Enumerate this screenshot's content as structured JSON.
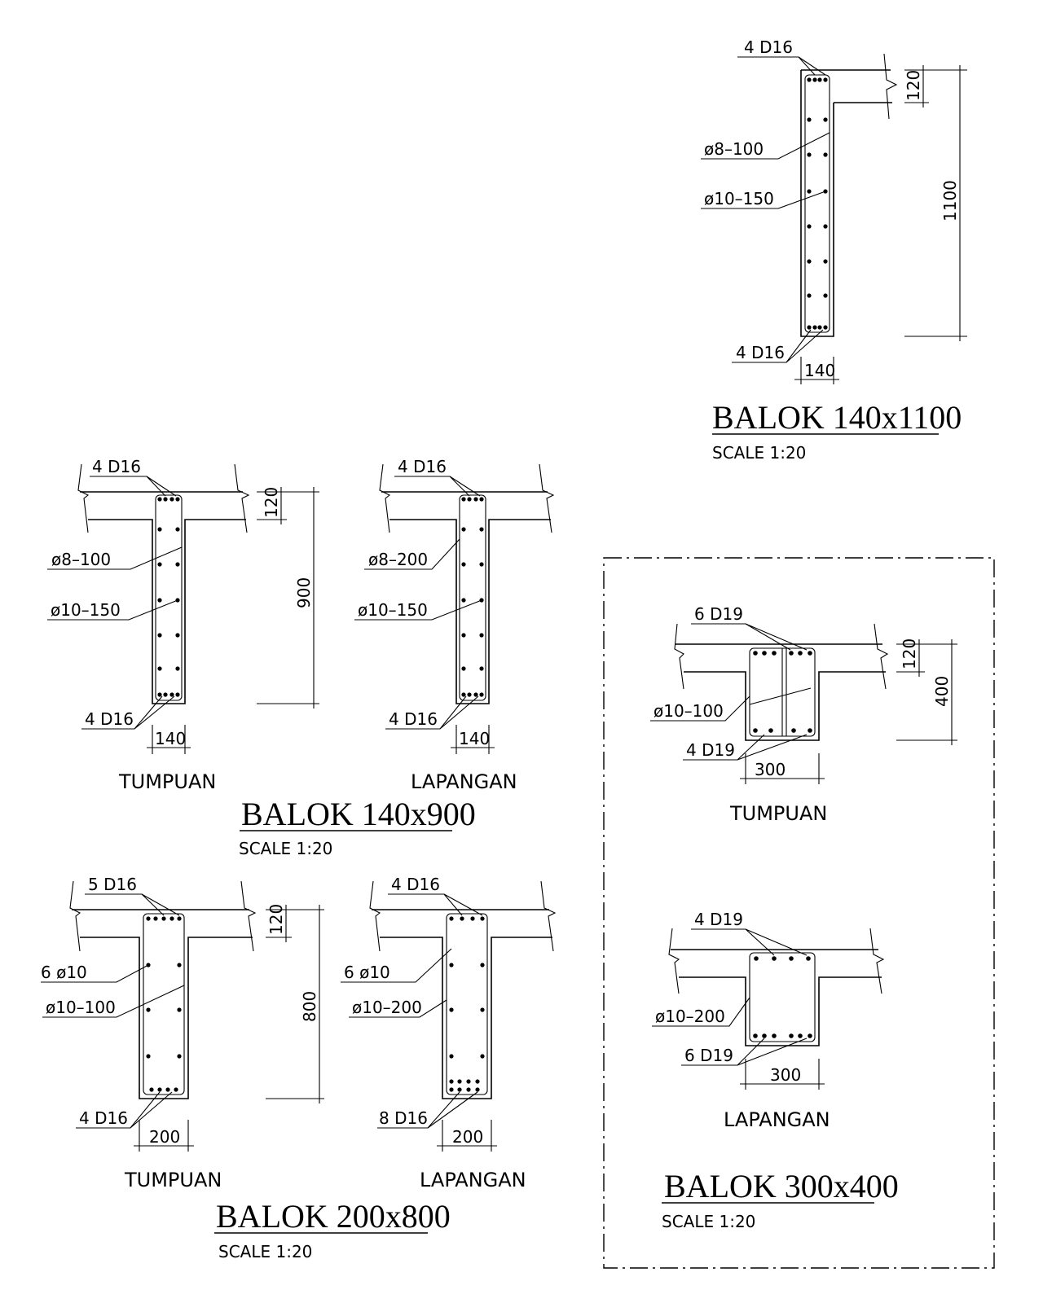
{
  "beam_140x1100": {
    "title": "BALOK 140x1100",
    "scale": "SCALE 1:20",
    "top_bars": "4 D16",
    "stirrup": "ø8–100",
    "side_bars": "ø10–150",
    "bottom_bars": "4 D16",
    "width": "140",
    "slab_thickness": "120",
    "height": "1100"
  },
  "beam_140x900": {
    "title": "BALOK 140x900",
    "scale": "SCALE 1:20",
    "slab_thickness": "120",
    "height": "900",
    "tumpuan": {
      "caption": "TUMPUAN",
      "top_bars": "4 D16",
      "stirrup": "ø8–100",
      "side_bars": "ø10–150",
      "bottom_bars": "4 D16",
      "width": "140"
    },
    "lapangan": {
      "caption": "LAPANGAN",
      "top_bars": "4 D16",
      "stirrup": "ø8–200",
      "side_bars": "ø10–150",
      "bottom_bars": "4 D16",
      "width": "140"
    }
  },
  "beam_200x800": {
    "title": "BALOK 200x800",
    "scale": "SCALE 1:20",
    "slab_thickness": "120",
    "height": "800",
    "tumpuan": {
      "caption": "TUMPUAN",
      "top_bars": "5 D16",
      "side_bars": "6 ø10",
      "stirrup": "ø10–100",
      "bottom_bars": "4 D16",
      "width": "200"
    },
    "lapangan": {
      "caption": "LAPANGAN",
      "top_bars": "4 D16",
      "side_bars": "6 ø10",
      "stirrup": "ø10–200",
      "bottom_bars": "8 D16",
      "width": "200"
    }
  },
  "beam_300x400": {
    "title": "BALOK 300x400",
    "scale": "SCALE 1:20",
    "slab_thickness": "120",
    "height": "400",
    "tumpuan": {
      "caption": "TUMPUAN",
      "top_bars": "6 D19",
      "stirrup": "ø10–100",
      "bottom_bars": "4 D19",
      "width": "300"
    },
    "lapangan": {
      "caption": "LAPANGAN",
      "top_bars": "4 D19",
      "stirrup": "ø10–200",
      "bottom_bars": "6 D19",
      "width": "300"
    }
  }
}
